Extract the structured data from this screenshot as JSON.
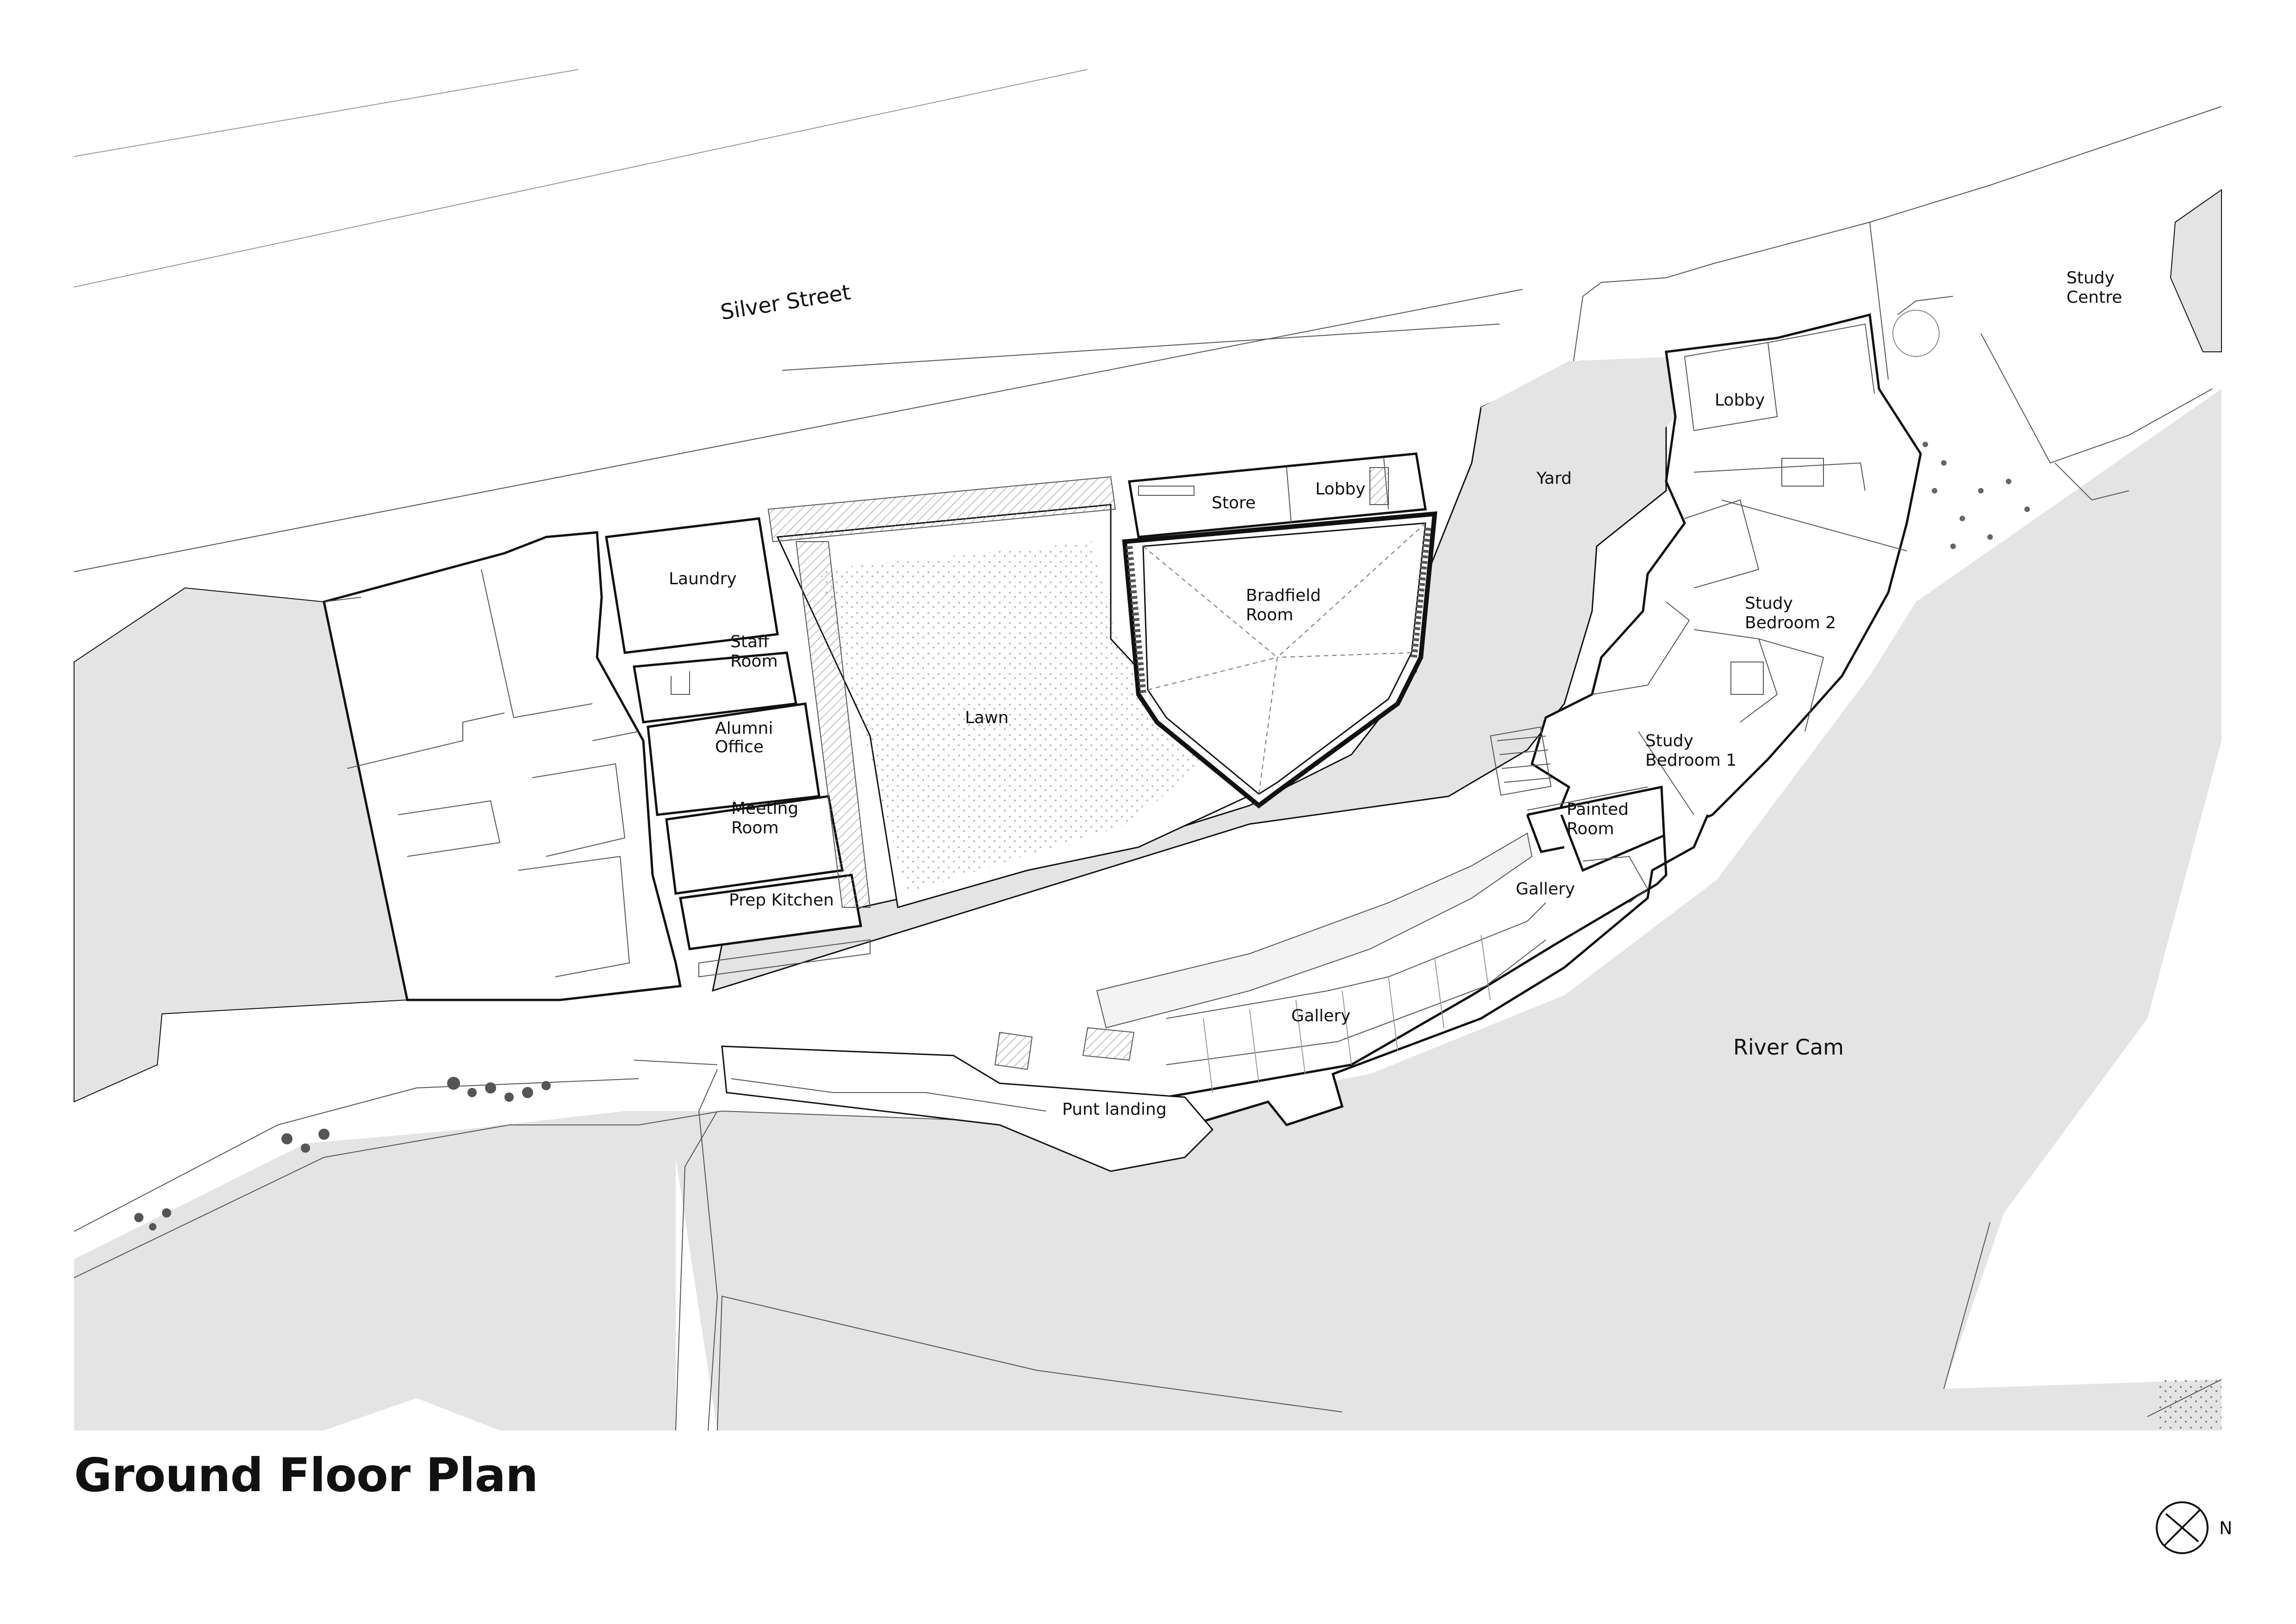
{
  "title": "Ground Floor Plan",
  "north_label": "N",
  "streets": {
    "silver_street": "Silver Street",
    "river": "River Cam"
  },
  "rooms": {
    "laundry": "Laundry",
    "staff_room": [
      "Staff",
      "Room"
    ],
    "alumni_office": [
      "Alumni",
      "Office"
    ],
    "meeting_room": [
      "Meeting",
      "Room"
    ],
    "prep_kitchen": "Prep Kitchen",
    "lawn": "Lawn",
    "store": "Store",
    "lobby_main": "Lobby",
    "bradfield_room": [
      "Bradfield",
      "Room"
    ],
    "yard": "Yard",
    "lobby_east": "Lobby",
    "study_centre": [
      "Study",
      "Centre"
    ],
    "study_bedroom_2": [
      "Study",
      "Bedroom 2"
    ],
    "study_bedroom_1": [
      "Study",
      "Bedroom 1"
    ],
    "painted_room": [
      "Painted",
      "Room"
    ],
    "gallery_upper": "Gallery",
    "gallery_lower": "Gallery",
    "punt_landing": "Punt landing"
  },
  "colors": {
    "fill_grey": "#e4e4e4",
    "line": "#111111",
    "light_line": "#999999"
  }
}
